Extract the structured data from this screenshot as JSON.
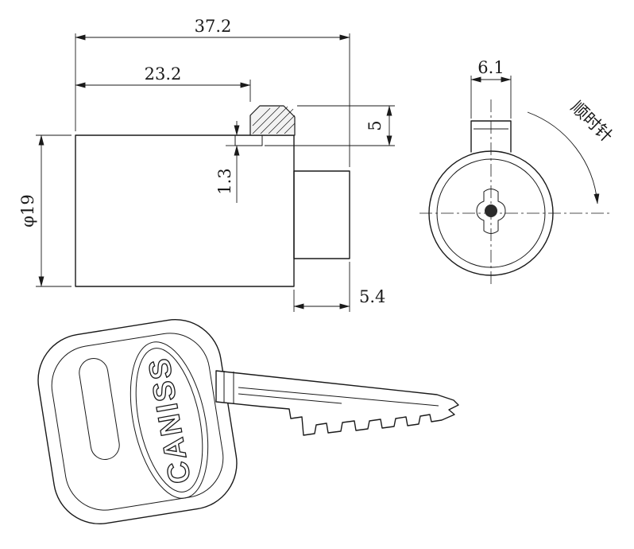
{
  "side_view": {
    "dim_total_length": "37.2",
    "dim_body_length": "23.2",
    "dim_diameter": "φ19",
    "dim_step": "1.3",
    "dim_cam_height": "5",
    "dim_rear_length": "5.4"
  },
  "front_view": {
    "dim_cam_width": "6.1",
    "rotation_label": "顺时针"
  },
  "key": {
    "brand_text": "CANISS"
  },
  "colors": {
    "line": "#1a1a1a",
    "background": "#ffffff"
  }
}
